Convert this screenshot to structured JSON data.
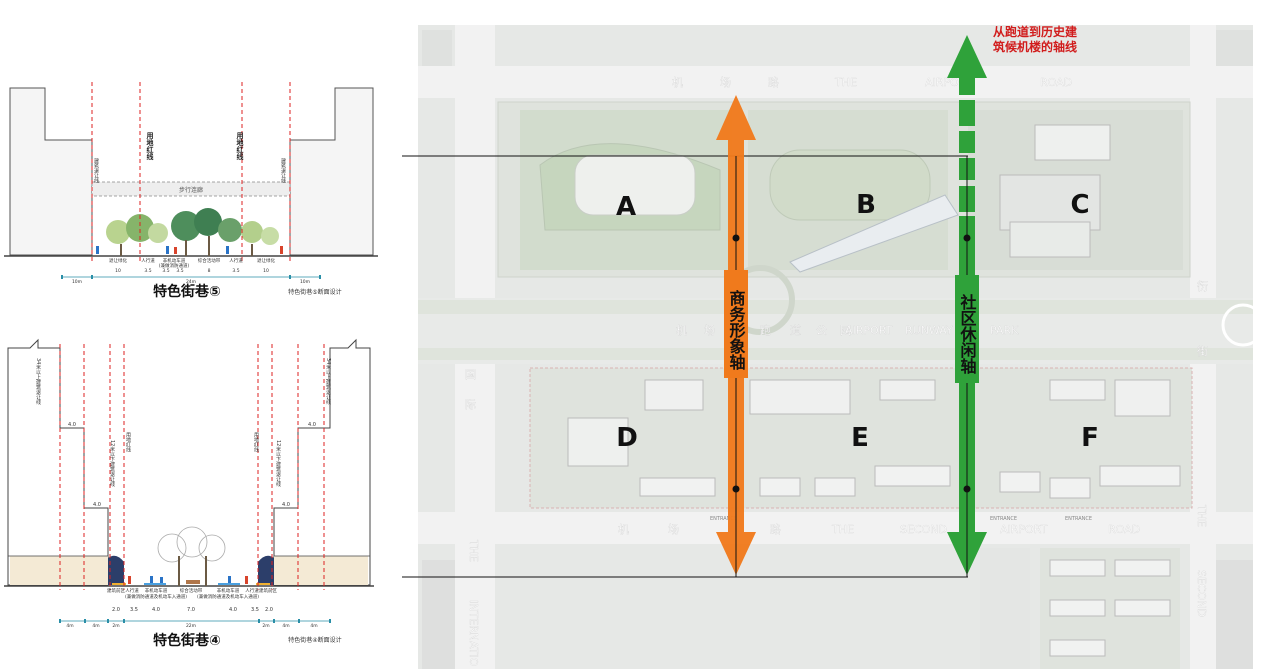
{
  "sections": {
    "top": {
      "title": "特色街巷⑤",
      "note": "特色街巷⑤断面设计",
      "red_line_left": "用地红线",
      "red_line_right": "用地红线",
      "setback_left": "建筑退让线",
      "setback_right": "建筑退让线",
      "canopy": "步行连廊",
      "labels": [
        "退让绿化",
        "人行道",
        "非机动车道",
        "综合活动带",
        "人行道",
        "退让绿化"
      ],
      "sub_label": "(兼做消防通道)",
      "dims": [
        "10",
        "3.5",
        "3.5",
        "3.5",
        "8",
        "3.5",
        "10"
      ],
      "total_left": "10m",
      "total_mid": "24m",
      "total_right": "10m"
    },
    "bottom": {
      "title": "特色街巷④",
      "note": "特色街巷④断面设计",
      "tall_left": "34米以上建筑退让线",
      "tall_right": "34米以上建筑退让线",
      "mid_left": "12米以下建筑退让线",
      "mid_right": "12米以下建筑退让线",
      "red_left": "用地红线",
      "red_right": "用地红线",
      "step_top": "4.0",
      "step_bottom": "4.0",
      "labels": [
        "建筑前区",
        "人行道",
        "非机动车道",
        "综合活动带",
        "非机动车道",
        "人行道",
        "建筑前区"
      ],
      "sub_label": "(兼做消防通道及机动车入通道)",
      "dims": [
        "2.0",
        "3.5",
        "4.0",
        "7.0",
        "4.0",
        "3.5",
        "2.0"
      ],
      "total": [
        "4m",
        "4m",
        "2m",
        "22m",
        "2m",
        "4m",
        "4m"
      ]
    }
  },
  "plan": {
    "axis_top_label": "从跑道到历史建筑候机楼的轴线",
    "axis_top_label_line1": "从跑道到历史建",
    "axis_top_label_line2": "筑候机楼的轴线",
    "orange_axis": "商务形象轴",
    "green_axis": "社区休闲轴",
    "blocks": [
      "A",
      "B",
      "C",
      "D",
      "E",
      "F"
    ],
    "road_top": [
      "机",
      "场",
      "路",
      "THE",
      "AIRPORT",
      "ROAD"
    ],
    "road_bottom": [
      "机",
      "场",
      "路",
      "THE",
      "SECOND",
      "AIRPORT",
      "ROAD"
    ],
    "park": [
      "机",
      "场",
      "跑",
      "道",
      "公",
      "园",
      "AIRPORT",
      "RUNWAY",
      "PARK"
    ],
    "left_road": [
      "国",
      "际"
    ],
    "left_road_en": [
      "THE",
      "INTERNATIO"
    ],
    "right_road": [
      "THE",
      "SECOND"
    ],
    "right_road_cn": [
      "衍",
      "街"
    ],
    "entrance": "ENTRANCE",
    "colors": {
      "orange": "#f07a1c",
      "green": "#2fa23a",
      "red": "#d11c1c",
      "plan_bg": "#e6e8e6",
      "road": "#f2f2f2"
    }
  }
}
